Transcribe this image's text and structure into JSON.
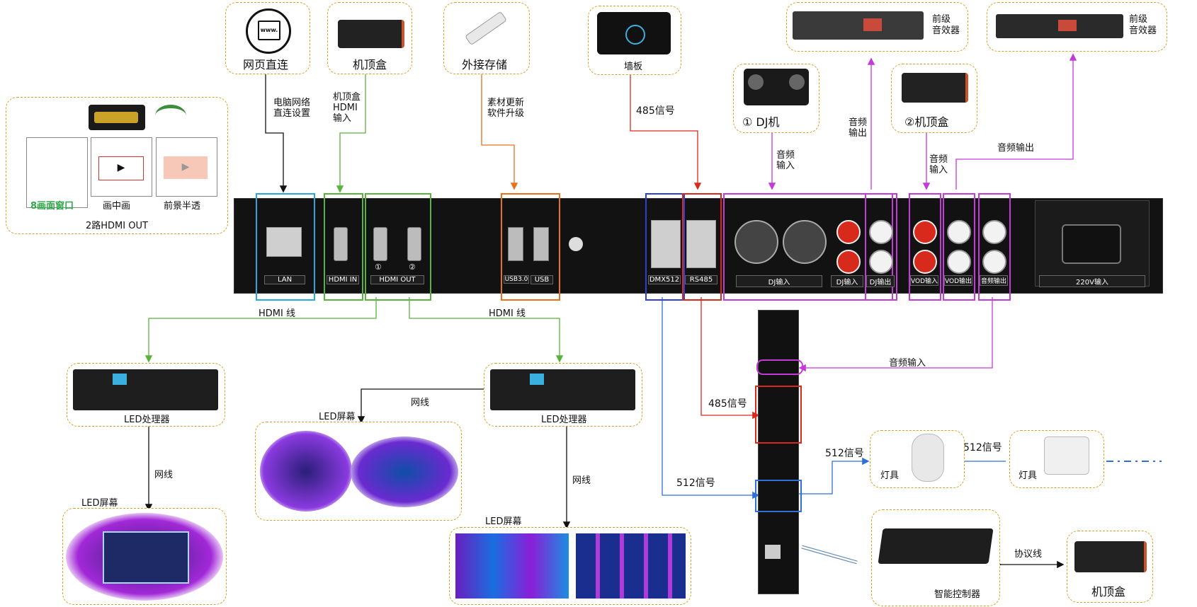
{
  "top": {
    "web": "网页直连",
    "stb": "机顶盒",
    "storage": "外接存储",
    "wallpanel": "墙板",
    "www": "www.",
    "dj": "① DJ机",
    "stb2": "②机顶盒",
    "preamp1": "前级\n音效器",
    "preamp2": "前级\n音效器"
  },
  "hdmi_out_box": {
    "eight": "8画面窗口",
    "pip": "画中画",
    "front": "前景半透",
    "caption": "2路HDMI OUT"
  },
  "links": {
    "lan_note": "电脑网络\n直连设置",
    "stb_note": "机顶盒\nHDMI\n输入",
    "storage_note": "素材更新\n软件升级",
    "sig485_top": "485信号",
    "dj_in": "音频\n输入",
    "audio_out_1": "音频\n输出",
    "stb2_in": "音频\n输入",
    "audio_out_2": "音频输出",
    "hdmi_line_1": "HDMI 线",
    "hdmi_line_2": "HDMI 线",
    "net_1": "网线",
    "net_2": "网线",
    "net_3": "网线",
    "audio_in_mid": "音频输入",
    "sig485_mid": "485信号",
    "sig512_mid": "512信号",
    "sig512_right": "512信号",
    "sig512_far": "512信号",
    "protocol": "协议线"
  },
  "ports": {
    "lan": "LAN",
    "hdmi_in": "HDMI IN",
    "hdmi_out": "HDMI OUT",
    "hdmi_out_1": "①",
    "hdmi_out_2": "②",
    "usb30": "USB3.0",
    "usb": "USB",
    "dmx512": "DMX512",
    "rs485": "RS485",
    "dj_in_xlr": "DJ输入",
    "dj_in_rca": "DJ输入",
    "dj_out": "DJ输出",
    "vod_in": "VOD输入",
    "vod_out": "VOD输出",
    "audio_out": "音频输出",
    "power": "220V输入"
  },
  "bottom": {
    "led_proc_1": "LED处理器",
    "led_proc_2": "LED处理器",
    "led_screen_1": "LED屏幕",
    "led_screen_2": "LED屏幕",
    "led_screen_3": "LED屏幕",
    "light_1": "灯具",
    "light_2": "灯具",
    "smart_ctrl": "智能控制器",
    "stb3": "机顶盒"
  },
  "colors": {
    "blue": "#2f6fd8",
    "green": "#59b23a",
    "orange": "#e8721c",
    "red": "#d82a1c",
    "magenta": "#c43ad6",
    "black": "#111111",
    "gold": "#d6a227"
  }
}
